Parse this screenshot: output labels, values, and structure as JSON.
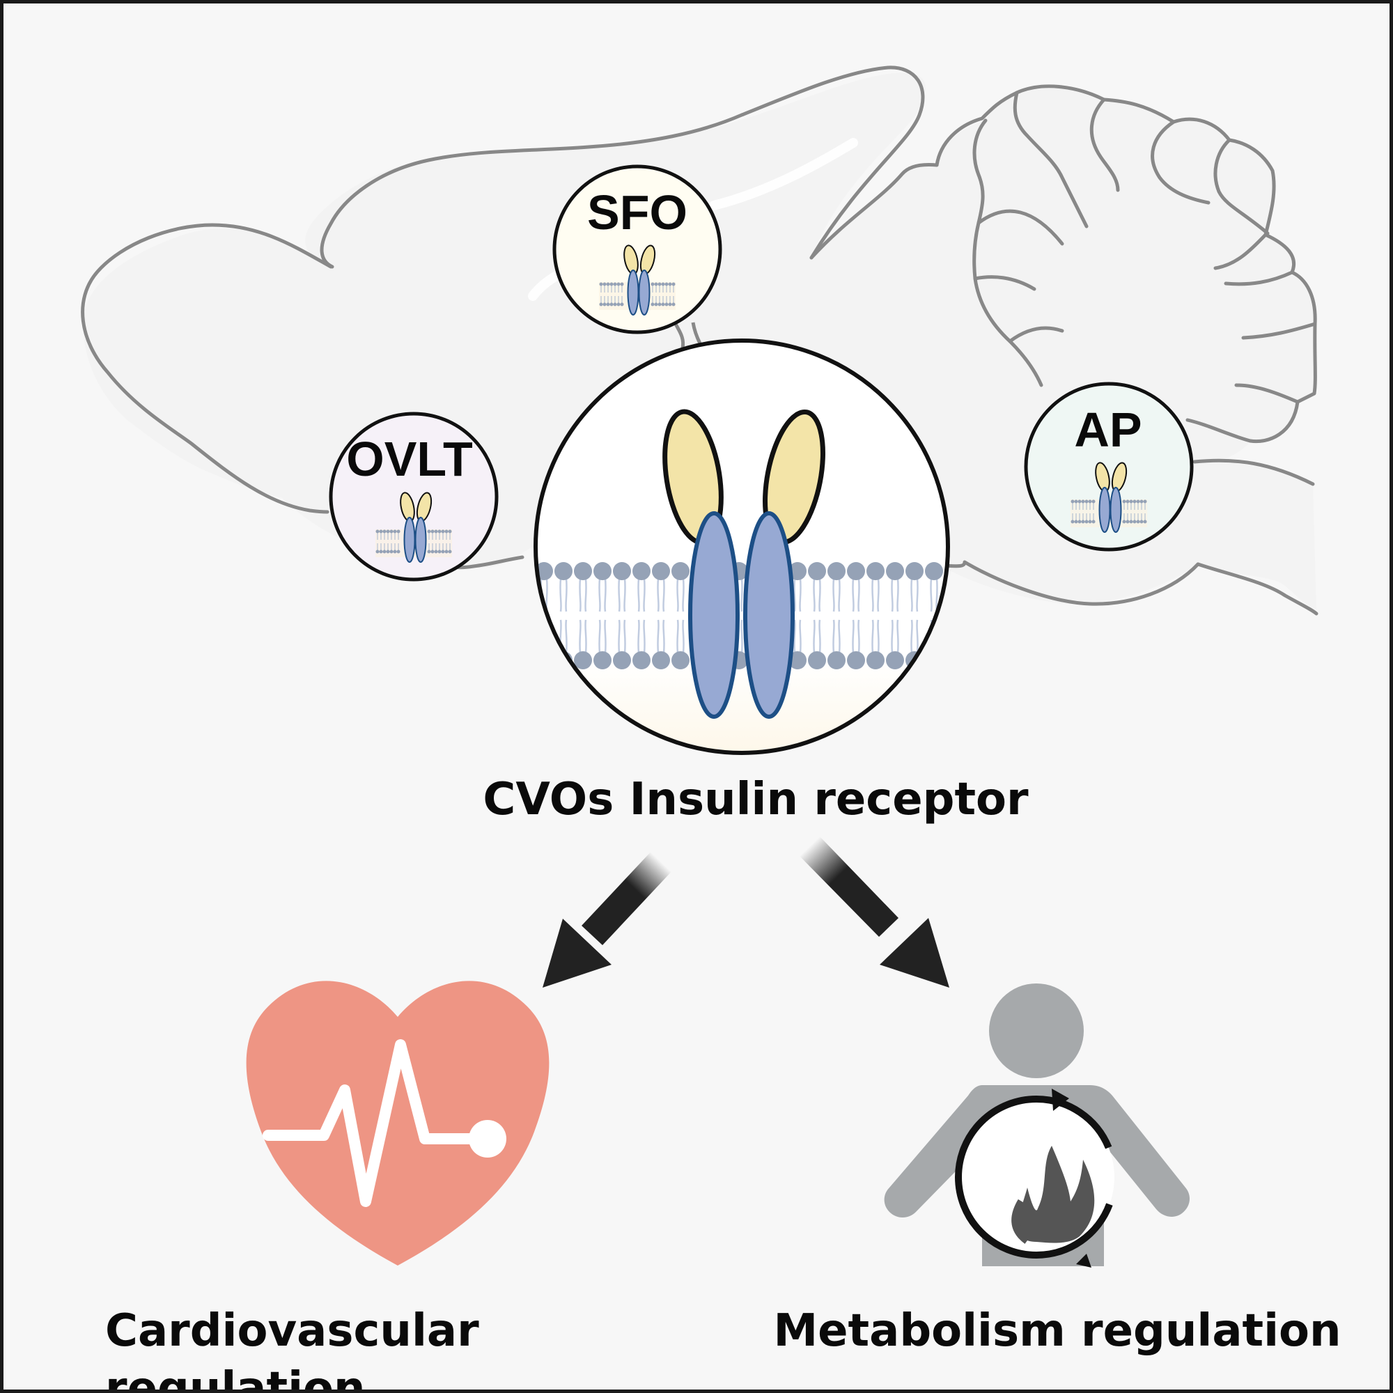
{
  "regions": {
    "sfo": "SFO",
    "ovlt": "OVLT",
    "ap": "AP"
  },
  "central_label": "CVOs Insulin receptor",
  "outcomes": {
    "left": {
      "line1": "Cardiovascular",
      "line2": "regulation",
      "icon": "heart-pulse-icon"
    },
    "right": {
      "label": "Metabolism regulation",
      "icon": "person-metabolism-icon"
    }
  },
  "colors": {
    "heart": "#ee9584",
    "person": "#a6a9ab",
    "receptor_alpha": "#f3e4a8",
    "receptor_beta": "#97a9d3",
    "receptor_beta_outline": "#1d4f86",
    "membrane_head": "#95a2b6",
    "brain_outline": "#888888"
  }
}
